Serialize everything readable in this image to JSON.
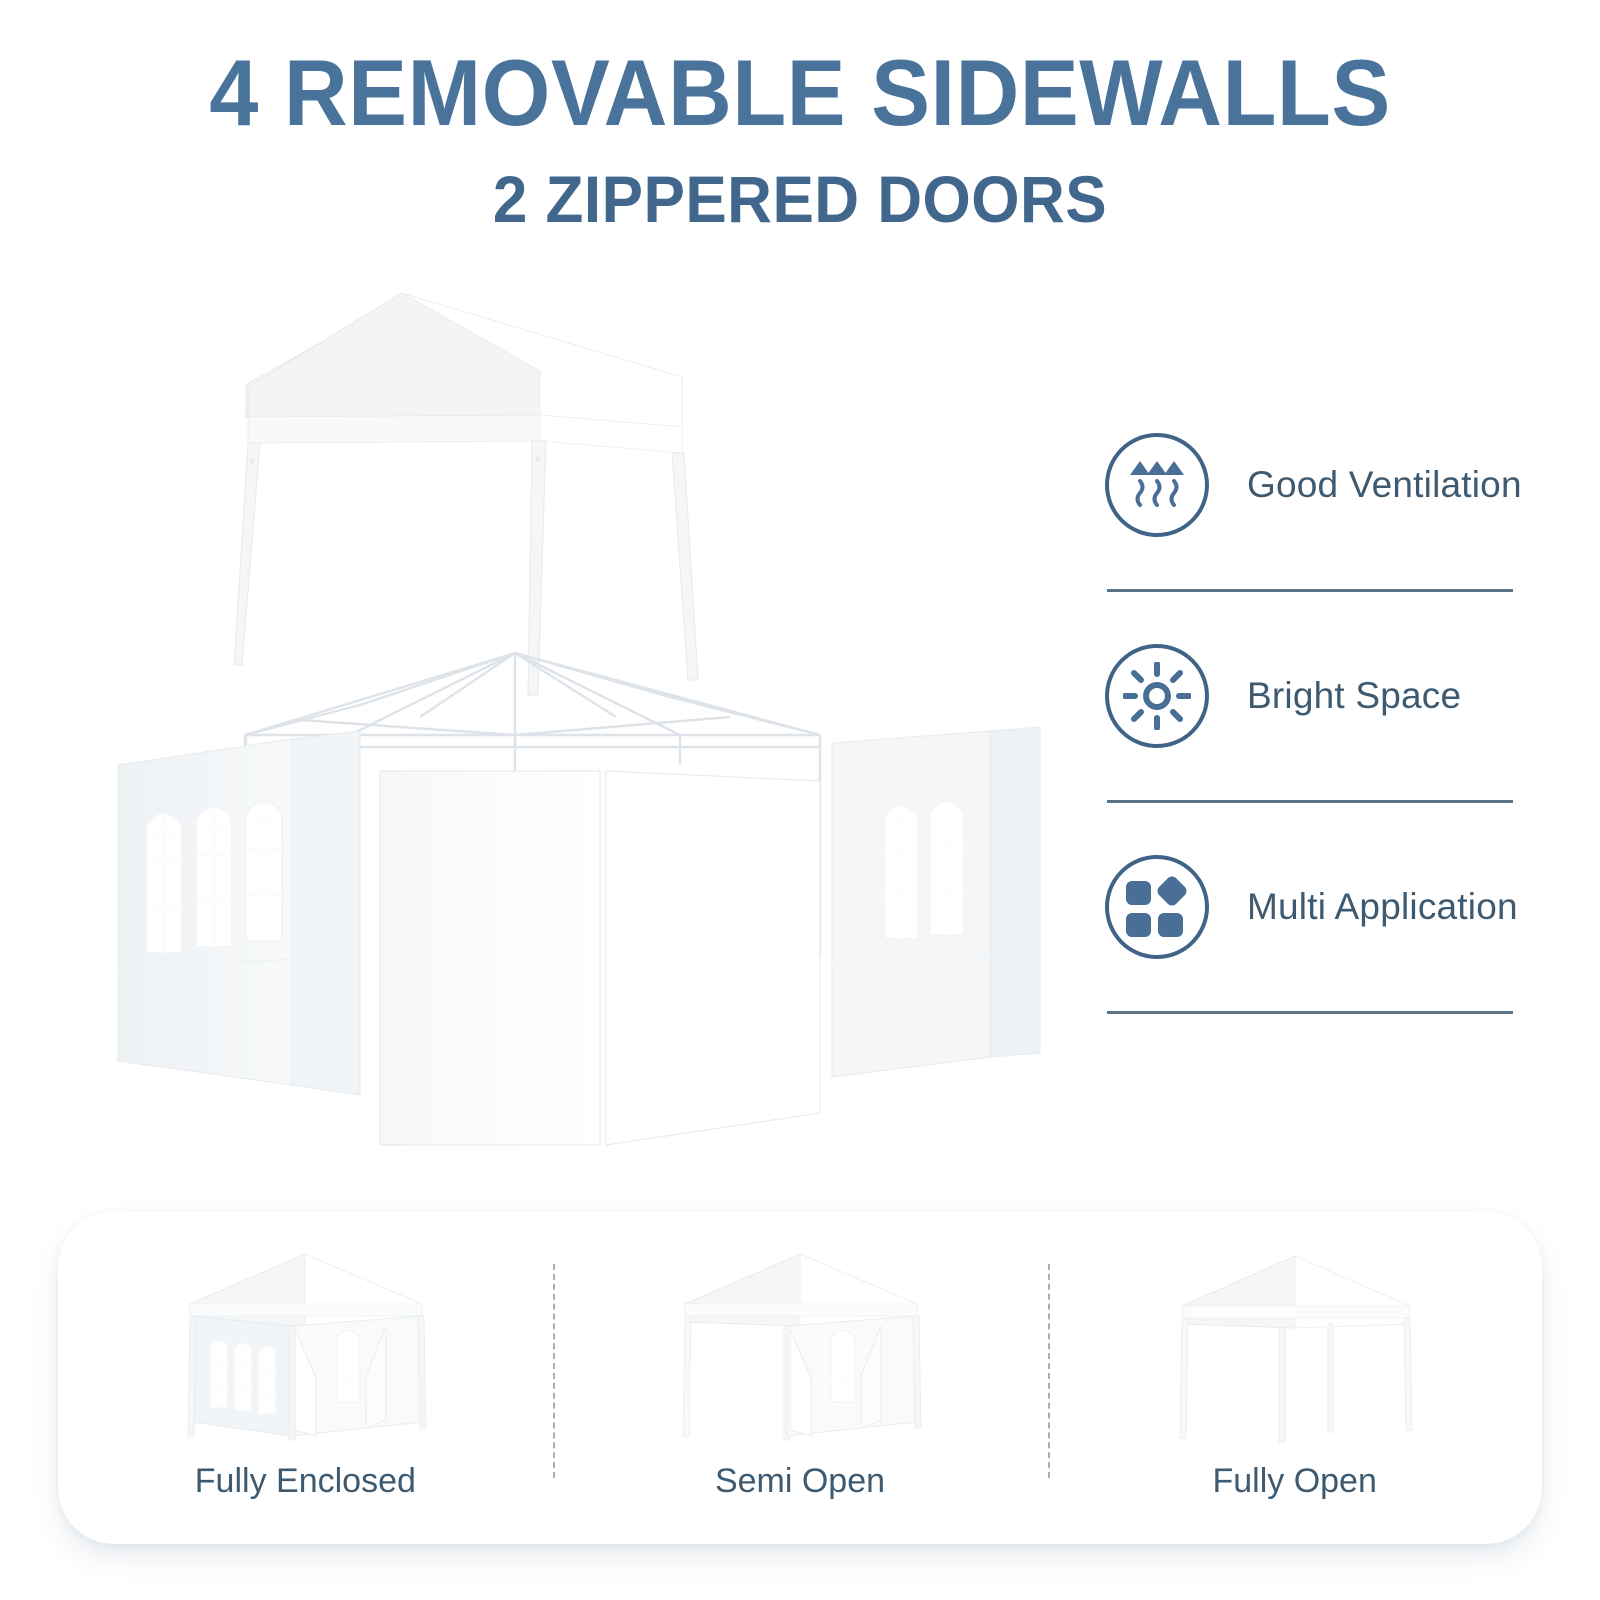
{
  "headline": {
    "main": "4 REMOVABLE SIDEWALLS",
    "sub": "2 ZIPPERED DOORS"
  },
  "colors": {
    "headline": "#4a739c",
    "body_text": "#3d5a70",
    "icon_stroke": "#3f6488",
    "divider": "#5b7385",
    "dashed_separator": "#9fb0be",
    "canopy_white": "#ffffff",
    "panel_shade": "#eff2f5"
  },
  "hero": {
    "alt": "white pop-up canopy gazebo with detached frame and four removable sidewall panels",
    "parts": [
      "canopy-roof",
      "canopy-legs",
      "steel-frame-wireframe",
      "sidewall-with-windows-left",
      "sidewall-plain-center-a",
      "sidewall-plain-center-b",
      "sidewall-with-windows-right"
    ]
  },
  "features": [
    {
      "icon": "ventilation-icon",
      "label": "Good Ventilation"
    },
    {
      "icon": "sun-icon",
      "label": "Bright Space"
    },
    {
      "icon": "multi-application-icon",
      "label": "Multi Application"
    }
  ],
  "variants": [
    {
      "icon": "canopy-fully-enclosed-icon",
      "label": "Fully Enclosed"
    },
    {
      "icon": "canopy-semi-open-icon",
      "label": "Semi Open"
    },
    {
      "icon": "canopy-fully-open-icon",
      "label": "Fully Open"
    }
  ]
}
